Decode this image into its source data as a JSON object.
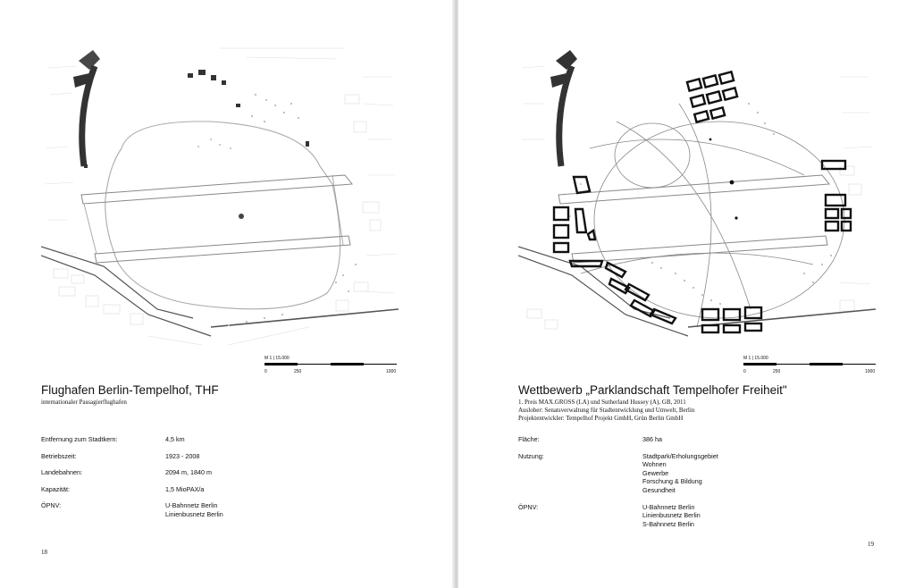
{
  "left": {
    "scale": {
      "label": "M 1 | 15.000",
      "ticks": [
        "0",
        "250",
        "1000"
      ]
    },
    "title": "Flughafen Berlin-Tempelhof, THF",
    "subtitle": [
      "internationaler Passagierflughafen"
    ],
    "facts": [
      {
        "key": "Entfernung zum Stadtkern:",
        "values": [
          "4,5 km"
        ]
      },
      {
        "key": "Betriebszeit:",
        "values": [
          "1923 - 2008"
        ]
      },
      {
        "key": "Landebahnen:",
        "values": [
          "2094 m, 1840 m"
        ]
      },
      {
        "key": "Kapazität:",
        "values": [
          "1,5 MioPAX/a"
        ]
      },
      {
        "key": "ÖPNV:",
        "values": [
          "U-Bahnnetz Berlin",
          "Linienbusnetz Berlin"
        ]
      }
    ],
    "page_number": "18"
  },
  "right": {
    "scale": {
      "label": "M 1 | 15.000",
      "ticks": [
        "0",
        "250",
        "1000"
      ]
    },
    "title": "Wettbewerb „Parklandschaft Tempelhofer Freiheit\"",
    "subtitle": [
      "1. Preis MAX.GROSS (LA) und Sutherland Hussey (A), GB, 2011",
      "Auslober: Senatsverwaltung für Stadtentwicklung und Umwelt, Berlin",
      "Projektentwickler: Tempelhof Projekt GmbH, Grün Berlin GmbH"
    ],
    "facts": [
      {
        "key": "Fläche:",
        "values": [
          "386 ha"
        ]
      },
      {
        "key": "Nutzung:",
        "values": [
          "Stadtpark/Erholungsgebiet",
          "Wohnen",
          "Gewerbe",
          "Forschung & Bildung",
          "Gesundheit"
        ]
      },
      {
        "key": "ÖPNV:",
        "values": [
          "U-Bahnnetz Berlin",
          "Linienbusnetz Berlin",
          "S-Bahnnetz Berlin"
        ]
      }
    ],
    "page_number": "19"
  }
}
